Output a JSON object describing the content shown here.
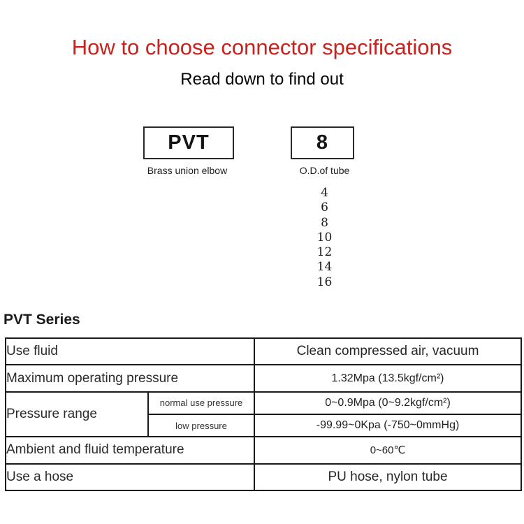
{
  "page": {
    "title": "How to choose connector specifications",
    "subtitle": "Read down to find out"
  },
  "model_code": {
    "prefix": {
      "code": "PVT",
      "label": "Brass union elbow"
    },
    "size": {
      "code": "8",
      "label": "O.D.of tube",
      "options": [
        "4",
        "6",
        "8",
        "10",
        "12",
        "14",
        "16"
      ]
    }
  },
  "series": {
    "heading": "PVT Series"
  },
  "spec_table": {
    "use_fluid": {
      "label": "Use fluid",
      "value": "Clean compressed air, vacuum"
    },
    "max_pressure": {
      "label": "Maximum operating pressure",
      "value": "1.32Mpa (13.5kgf/cm²)"
    },
    "pressure_range": {
      "label": "Pressure range",
      "normal": {
        "label": "normal use pressure",
        "value": "0~0.9Mpa (0~9.2kgf/cm²)"
      },
      "low": {
        "label": "low pressure",
        "value": "-99.99~0Kpa (-750~0mmHg)"
      }
    },
    "ambient_temp": {
      "label": "Ambient and fluid temperature",
      "value": "0~60℃"
    },
    "hose": {
      "label": "Use a hose",
      "value": "PU hose, nylon tube"
    }
  },
  "colors": {
    "accent_red": "#c8231e",
    "row_beige": "#f1ebdf",
    "border": "#1a1a1a"
  }
}
